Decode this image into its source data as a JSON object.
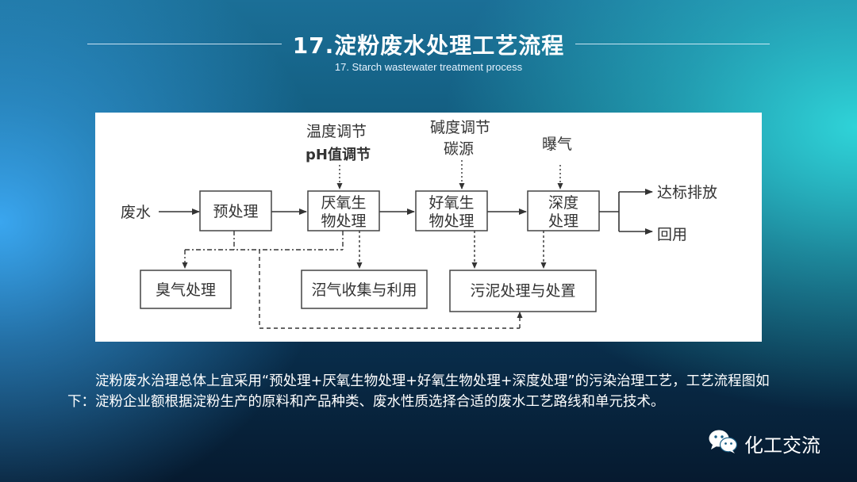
{
  "header": {
    "title": "17.淀粉废水处理工艺流程",
    "subtitle": "17. Starch wastewater treatment process"
  },
  "diagram": {
    "input": "废水",
    "stages": [
      {
        "id": "pretreatment",
        "label": "预处理"
      },
      {
        "id": "anaerobic",
        "label_line1": "厌氧生",
        "label_line2": "物处理",
        "inputs": [
          "温度调节",
          "pH值调节"
        ]
      },
      {
        "id": "aerobic",
        "label_line1": "好氧生",
        "label_line2": "物处理",
        "inputs": [
          "碱度调节",
          "碳源"
        ]
      },
      {
        "id": "advanced",
        "label_line1": "深度",
        "label_line2": "处理",
        "inputs": [
          "曝气"
        ]
      }
    ],
    "outputs": [
      "达标排放",
      "回用"
    ],
    "side_units": [
      "臭气处理",
      "沼气收集与利用",
      "污泥处理与处置"
    ]
  },
  "body": {
    "paragraph": "淀粉废水治理总体上宜采用“预处理+厌氧生物处理+好氧生物处理+深度处理”的污染治理工艺，工艺流程图如下：淀粉企业额根据淀粉生产的原料和产品种类、废水性质选择合适的废水工艺路线和单元技术。"
  },
  "brand": {
    "name": "化工交流",
    "icon": "wechat-icon"
  }
}
